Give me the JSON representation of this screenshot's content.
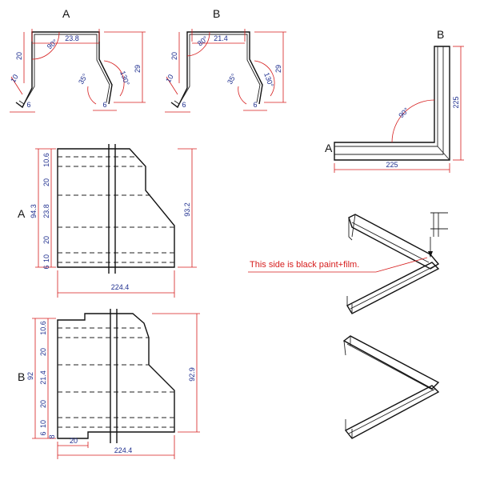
{
  "profile_a": {
    "label": "A",
    "width": "23.8",
    "height": "29",
    "side": "20",
    "angle_top": "90°",
    "lip": "10",
    "foot_left": "6",
    "foot_right": "6",
    "angle_low": "35°",
    "angle_arc": "130°"
  },
  "profile_b": {
    "label": "B",
    "width": "21.4",
    "height": "29",
    "side": "20",
    "angle_top": "80°",
    "lip": "10",
    "foot_left": "6",
    "foot_right": "6",
    "angle_low": "35°",
    "angle_arc": "130°"
  },
  "corner": {
    "label_a": "A",
    "label_b": "B",
    "angle": "90°",
    "width": "225",
    "height": "225"
  },
  "flat_a": {
    "label": "A",
    "total_left": "94.3",
    "total_right": "93.2",
    "bottom": "224.4",
    "segments": [
      "10.6",
      "20",
      "23.8",
      "20",
      "10",
      "6"
    ]
  },
  "flat_b": {
    "label": "B",
    "total_left": "92",
    "total_right": "92.9",
    "bottom": "224.4",
    "tab": "20",
    "small": "8",
    "segments": [
      "10.6",
      "20",
      "21.4",
      "20",
      "10",
      "6"
    ]
  },
  "note": "This side is black paint+film."
}
